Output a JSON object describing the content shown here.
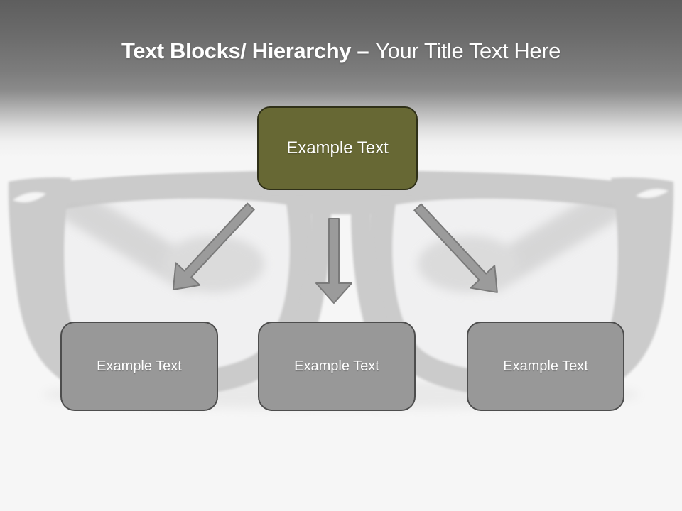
{
  "slide": {
    "title": {
      "emphasis": "Text Blocks/ Hierarchy –",
      "rest": "Your Title Text Here"
    },
    "hierarchy": {
      "root": {
        "label": "Example Text"
      },
      "children": [
        {
          "label": "Example Text"
        },
        {
          "label": "Example Text"
        },
        {
          "label": "Example Text"
        }
      ]
    },
    "background": {
      "watermark_icon": "eyeglasses"
    },
    "colors": {
      "root_fill": "#676834",
      "root_border": "#2F3018",
      "child_fill": "#989898",
      "child_border": "#4D4D4D",
      "arrow_fill": "#9B9B9B",
      "arrow_stroke": "#7A7A7A",
      "title_color": "#FFFFFF",
      "header_top": "#5E5E5E",
      "page_background": "#F6F6F6"
    }
  }
}
